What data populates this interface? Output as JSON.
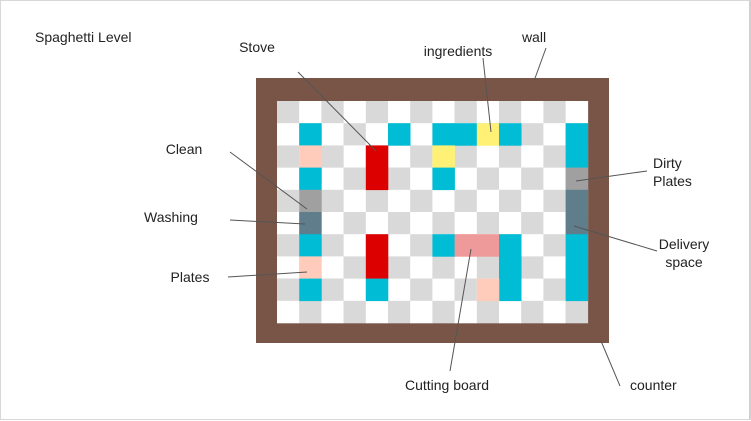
{
  "title": "Spaghetti Level",
  "colors": {
    "wall": "#795548",
    "floor_light": "#ffffff",
    "floor_dark": "#d9d9d9",
    "counter": "#00bcd4",
    "stove": "#dd0000",
    "ingredient": "#fff176",
    "plate": "#ffccbc",
    "clean_station": "#a0a0a0",
    "washing_station": "#607d8b",
    "dirty_plates": "#a0a0a0",
    "delivery": "#607d8b",
    "cutting_board": "#ef9a9a",
    "leader": "#555555"
  },
  "grid": {
    "cols": 14,
    "rows": 10
  },
  "kitchen": [
    {
      "name": "counter",
      "col": 1,
      "row": 1,
      "w": 1,
      "h": 1
    },
    {
      "name": "counter",
      "col": 5,
      "row": 1,
      "w": 1,
      "h": 1
    },
    {
      "name": "counter",
      "col": 7,
      "row": 1,
      "w": 2,
      "h": 1
    },
    {
      "name": "ingredient",
      "col": 9,
      "row": 1,
      "w": 1,
      "h": 1
    },
    {
      "name": "counter",
      "col": 10,
      "row": 1,
      "w": 1,
      "h": 1
    },
    {
      "name": "counter",
      "col": 13,
      "row": 1,
      "w": 1,
      "h": 2
    },
    {
      "name": "plate",
      "col": 1,
      "row": 2,
      "w": 1,
      "h": 1
    },
    {
      "name": "stove",
      "col": 4,
      "row": 2,
      "w": 1,
      "h": 2
    },
    {
      "name": "ingredient",
      "col": 7,
      "row": 2,
      "w": 1,
      "h": 1
    },
    {
      "name": "counter",
      "col": 1,
      "row": 3,
      "w": 1,
      "h": 1
    },
    {
      "name": "counter",
      "col": 7,
      "row": 3,
      "w": 1,
      "h": 1
    },
    {
      "name": "dirty-plates",
      "col": 13,
      "row": 3,
      "w": 1,
      "h": 1
    },
    {
      "name": "clean-station",
      "col": 1,
      "row": 4,
      "w": 1,
      "h": 1
    },
    {
      "name": "delivery",
      "col": 13,
      "row": 4,
      "w": 1,
      "h": 2
    },
    {
      "name": "washing-station",
      "col": 1,
      "row": 5,
      "w": 1,
      "h": 1
    },
    {
      "name": "counter",
      "col": 1,
      "row": 6,
      "w": 1,
      "h": 1
    },
    {
      "name": "stove",
      "col": 4,
      "row": 6,
      "w": 1,
      "h": 2
    },
    {
      "name": "counter",
      "col": 7,
      "row": 6,
      "w": 1,
      "h": 1
    },
    {
      "name": "cutting-board",
      "col": 8,
      "row": 6,
      "w": 2,
      "h": 1
    },
    {
      "name": "counter",
      "col": 10,
      "row": 6,
      "w": 1,
      "h": 3
    },
    {
      "name": "counter",
      "col": 13,
      "row": 6,
      "w": 1,
      "h": 3
    },
    {
      "name": "plate",
      "col": 1,
      "row": 7,
      "w": 1,
      "h": 1
    },
    {
      "name": "counter",
      "col": 1,
      "row": 8,
      "w": 1,
      "h": 1
    },
    {
      "name": "counter",
      "col": 4,
      "row": 8,
      "w": 1,
      "h": 1
    },
    {
      "name": "plate",
      "col": 9,
      "row": 8,
      "w": 1,
      "h": 1
    }
  ],
  "labels": [
    {
      "id": "label-stove",
      "lines": [
        "Stove"
      ],
      "anchor": "middle"
    },
    {
      "id": "label-ingredients",
      "lines": [
        "ingredients"
      ],
      "anchor": "middle"
    },
    {
      "id": "label-wall",
      "lines": [
        "wall"
      ],
      "anchor": "middle"
    },
    {
      "id": "label-clean",
      "lines": [
        "Clean"
      ],
      "anchor": "middle"
    },
    {
      "id": "label-washing",
      "lines": [
        "Washing"
      ],
      "anchor": "middle"
    },
    {
      "id": "label-plates",
      "lines": [
        "Plates"
      ],
      "anchor": "middle"
    },
    {
      "id": "label-dirty-plates",
      "lines": [
        "Dirty",
        "Plates"
      ],
      "anchor": "start"
    },
    {
      "id": "label-delivery-space",
      "lines": [
        "Delivery",
        "space"
      ],
      "anchor": "middle"
    },
    {
      "id": "label-cutting-board",
      "lines": [
        "Cutting board"
      ],
      "anchor": "middle"
    },
    {
      "id": "label-counter",
      "lines": [
        "counter"
      ],
      "anchor": "start"
    }
  ]
}
